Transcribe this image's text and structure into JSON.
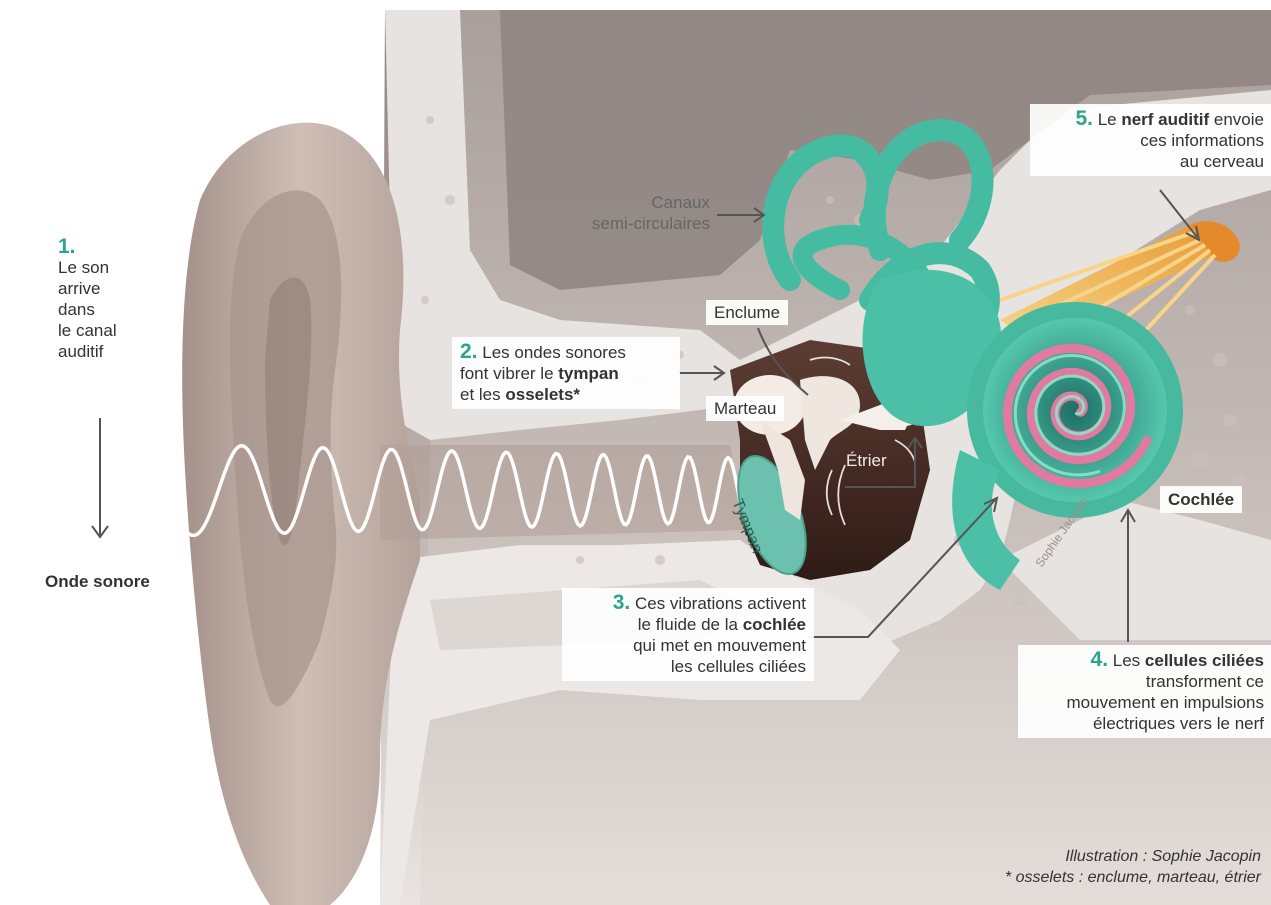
{
  "steps": {
    "s1": {
      "num": "1.",
      "l1": "Le son",
      "l2": "arrive",
      "l3": "dans",
      "l4": "le canal",
      "l5": "auditif"
    },
    "s2": {
      "num": "2.",
      "a": "Les ondes sonores",
      "b": "font vibrer le ",
      "b_bold": "tympan",
      "c": "et les ",
      "c_bold": "osselets*"
    },
    "s3": {
      "num": "3.",
      "a": "Ces vibrations activent",
      "b": "le fluide de la ",
      "b_bold": "cochlée",
      "c": "qui met en mouvement",
      "d": "les cellules ciliées"
    },
    "s4": {
      "num": "4.",
      "a": "Les ",
      "a_bold": "cellules ciliées",
      "b": "transforment ce",
      "c": "mouvement en impulsions",
      "d": "électriques vers le nerf"
    },
    "s5": {
      "num": "5.",
      "a": "Le ",
      "a_bold": "nerf auditif",
      "a2": " envoie",
      "b": "ces informations",
      "c": "au cerveau"
    }
  },
  "labels": {
    "onde": "Onde sonore",
    "canaux1": "Canaux",
    "canaux2": "semi-circulaires",
    "enclume": "Enclume",
    "marteau": "Marteau",
    "etrier": "Étrier",
    "tympan": "Tympan",
    "cochlee": "Cochlée",
    "signature": "Sophie Jacopin"
  },
  "credits": {
    "line1": "Illustration : Sophie Jacopin",
    "line2": "* osselets : enclume, marteau, étrier"
  },
  "colors": {
    "accent": "#2aa58d",
    "inner_ear": "#4cc0a6",
    "nerve": "#f2b648",
    "skin": "#c9b3a8",
    "bone": "#e6e3e1"
  }
}
